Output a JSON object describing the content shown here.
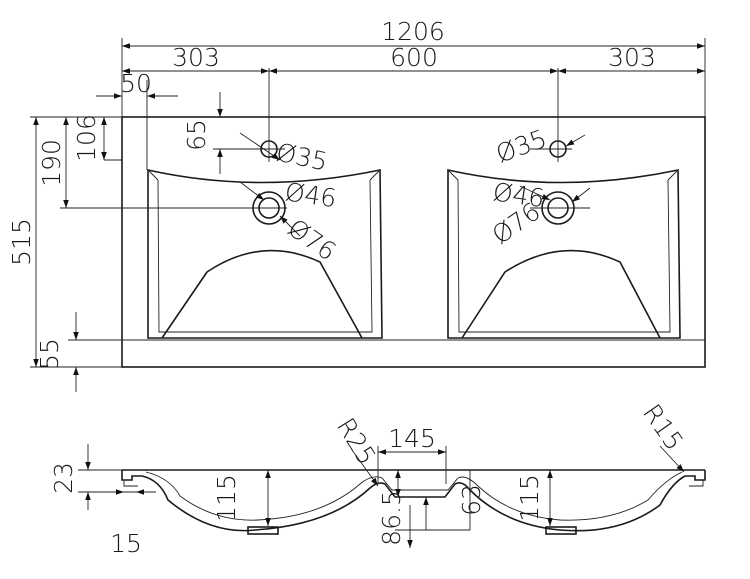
{
  "top_view": {
    "dims": {
      "overall_width": "1206",
      "left_offset": "303",
      "center_distance": "600",
      "right_offset": "303",
      "edge_margin": "50",
      "faucet_y": "65",
      "faucet_from_back": "106",
      "drain_from_back": "190",
      "overall_depth": "515",
      "front_lip": "55"
    },
    "holes": {
      "left_faucet": "Ø35",
      "left_drain_inner": "Ø46",
      "left_drain_outer": "Ø76",
      "right_faucet": "Ø35",
      "right_drain_inner": "Ø46",
      "right_drain_outer": "Ø76"
    }
  },
  "section_view": {
    "dims": {
      "rim_thickness": "23",
      "rim_step": "15",
      "left_bowl_depth": "115",
      "radius_left": "R25",
      "middle_width": "145",
      "middle_depth_a": "86.5",
      "middle_depth_b": "63",
      "radius_right": "R15",
      "right_bowl_depth": "115"
    }
  }
}
